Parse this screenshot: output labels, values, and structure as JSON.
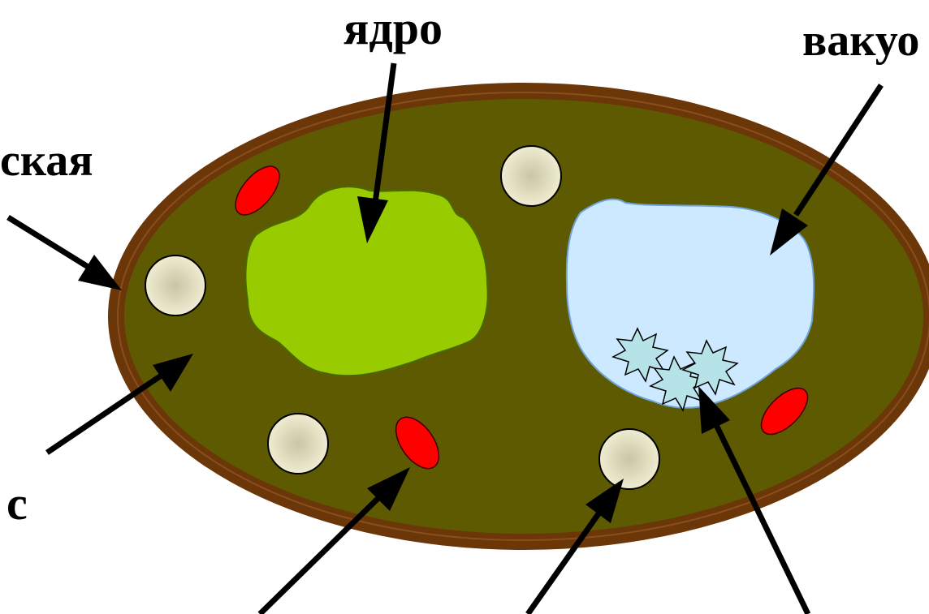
{
  "labels": {
    "nucleus": "ядро",
    "vacuole": "вакуо",
    "membrane": "ская",
    "cytoplasm": "с"
  },
  "colors": {
    "cell_wall": "#6b3608",
    "cytoplasm": "#5e5a02",
    "nucleus": "#99cc00",
    "vacuole": "#cce9ff",
    "chloroplast": "#ff0000",
    "leucoplast": "#ebe8c9",
    "crystal": "#b6e3e8",
    "arrow": "#000000"
  }
}
